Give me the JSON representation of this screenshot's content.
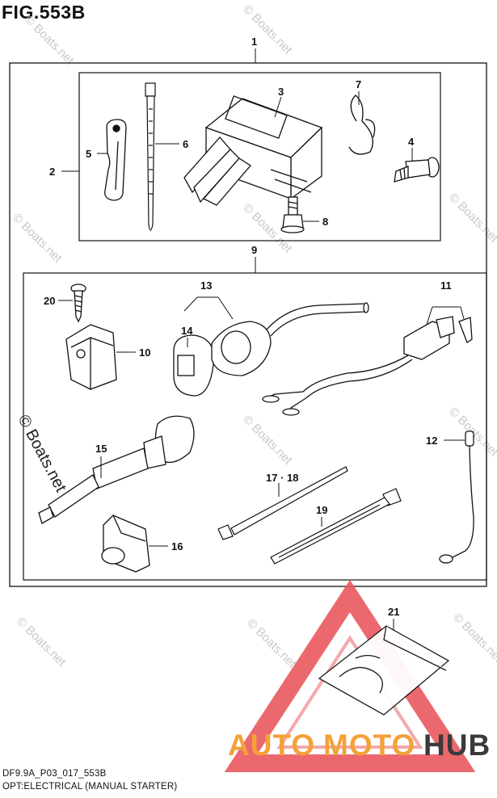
{
  "figure": {
    "title": "FIG.553B",
    "code": "DF9.9A_P03_017_553B",
    "description": "OPT:ELECTRICAL (MANUAL STARTER)"
  },
  "watermark": {
    "text": "© Boats.net",
    "color": "#c8c8c8"
  },
  "brand": {
    "part1": "AUTO",
    "part2": "MOTO",
    "part3": "HUB",
    "accent_color": "#e8545a",
    "orange_color": "#f4a13a",
    "dark_color": "#3a3a3a"
  },
  "callouts": {
    "c1": "1",
    "c2": "2",
    "c3": "3",
    "c4": "4",
    "c5": "5",
    "c6": "6",
    "c7": "7",
    "c8": "8",
    "c9": "9",
    "c10": "10",
    "c11": "11",
    "c12": "12",
    "c13": "13",
    "c14": "14",
    "c15": "15",
    "c16": "16",
    "c1718": "17 · 18",
    "c19": "19",
    "c20": "20",
    "c21": "21"
  }
}
